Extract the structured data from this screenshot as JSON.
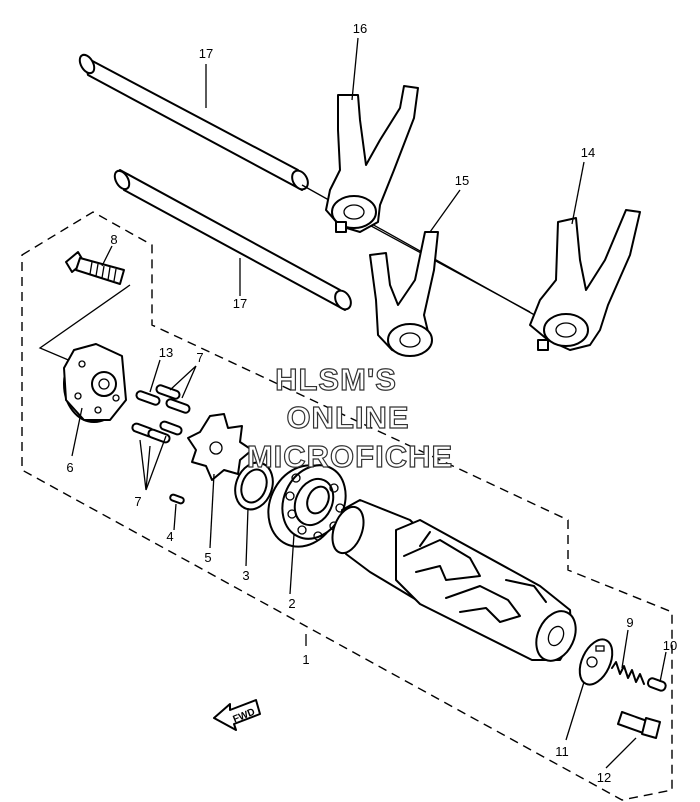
{
  "watermark": {
    "line1": "HLSM'S",
    "line2": "ONLINE",
    "line3": "MICROFICHE"
  },
  "direction_arrow": {
    "label": "FWD"
  },
  "callouts": {
    "c1": "1",
    "c2": "2",
    "c3": "3",
    "c4": "4",
    "c5": "5",
    "c6": "6",
    "c7a": "7",
    "c7b": "7",
    "c8": "8",
    "c9": "9",
    "c10": "10",
    "c11": "11",
    "c12": "12",
    "c13": "13",
    "c14": "14",
    "c15": "15",
    "c16": "16",
    "c17a": "17",
    "c17b": "17"
  },
  "icons": {
    "fwd": "fwd-arrow-icon"
  }
}
